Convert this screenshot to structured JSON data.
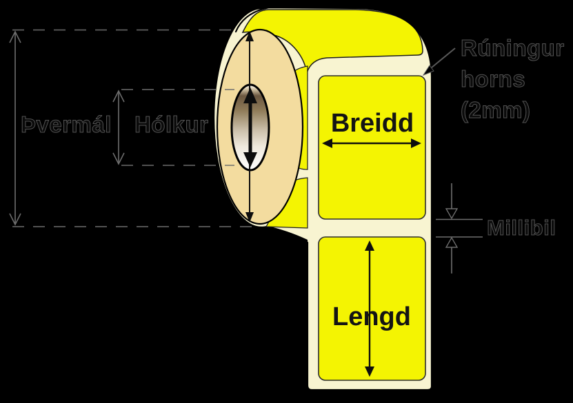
{
  "diagram": {
    "type": "label-roll-dimension-diagram",
    "annotations": {
      "diameter_label": "Þvermál",
      "core_label": "Hólkur",
      "width_label": "Breidd",
      "length_label": "Lengd",
      "gap_label": "Millibil",
      "corner_note_lines": [
        "Rúningur",
        "horns",
        "(2mm)"
      ]
    },
    "colors": {
      "background": "#000000",
      "label_yellow": "#f4f402",
      "liner_cream": "#f8f4d1",
      "roll_side_tan": "#f3dc9f",
      "outline_black": "#000000",
      "measure_gray": "#6e6e6e"
    }
  }
}
